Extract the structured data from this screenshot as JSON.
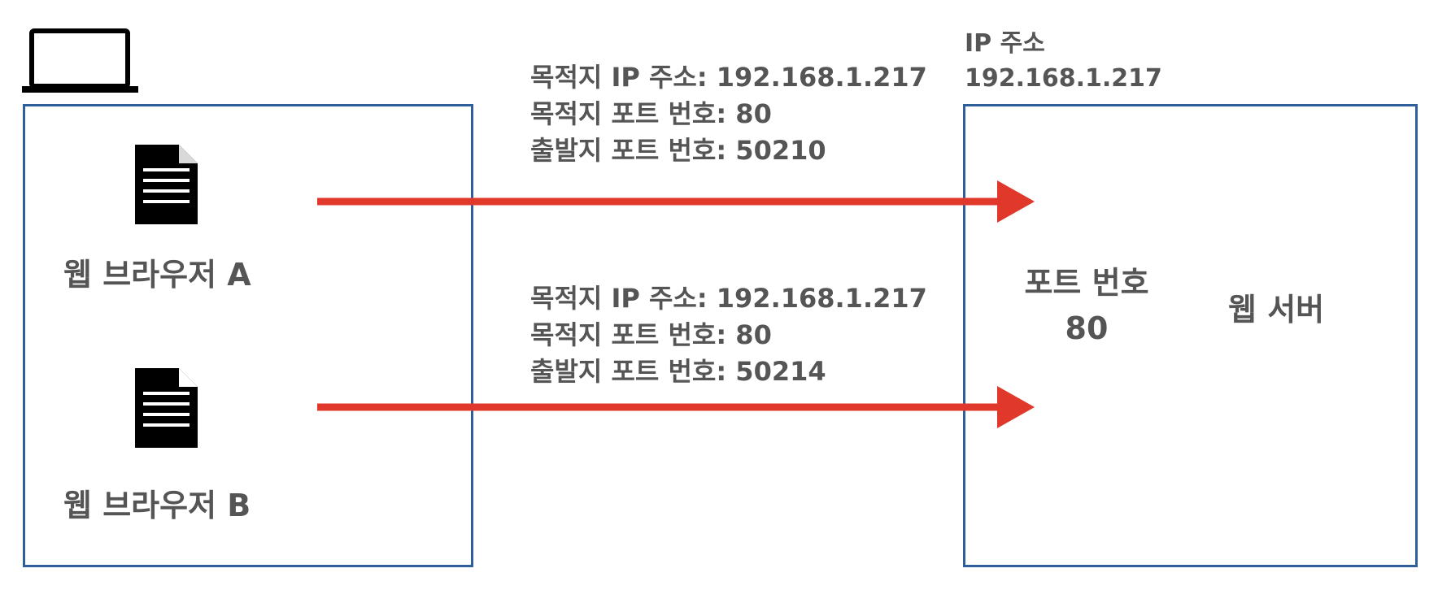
{
  "client": {
    "browser_a_label": "웹 브라우저 A",
    "browser_b_label": "웹 브라우저 B"
  },
  "requests": [
    {
      "line1": "목적지 IP 주소: 192.168.1.217",
      "line2": "목적지 포트 번호: 80",
      "line3": "출발지 포트 번호: 50210"
    },
    {
      "line1": "목적지 IP 주소: 192.168.1.217",
      "line2": "목적지 포트 번호: 80",
      "line3": "출발지 포트 번호: 50214"
    }
  ],
  "server": {
    "ip_title": "IP 주소",
    "ip_value": "192.168.1.217",
    "port_title": "포트 번호",
    "port_value": "80",
    "label": "웹 서버"
  },
  "colors": {
    "box_border": "#2f5f9a",
    "arrow": "#e0392b",
    "text": "#555555",
    "icon": "#000000"
  },
  "icons": [
    "laptop-icon",
    "document-icon",
    "document-icon"
  ]
}
